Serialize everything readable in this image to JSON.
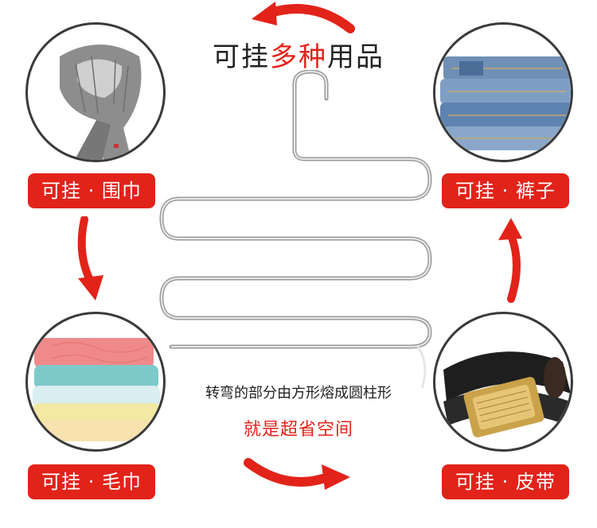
{
  "headline": {
    "prefix": "可挂",
    "highlight": "多种",
    "suffix": "用品"
  },
  "items": [
    {
      "label": "可挂 · 围巾"
    },
    {
      "label": "可挂 · 裤子"
    },
    {
      "label": "可挂 · 毛巾"
    },
    {
      "label": "可挂 · 皮带"
    }
  ],
  "captions": {
    "line1": "转弯的部分由方形熔成圆柱形",
    "line2": "就是超省空间"
  },
  "colors": {
    "accent": "#e2231a",
    "text": "#222222"
  }
}
